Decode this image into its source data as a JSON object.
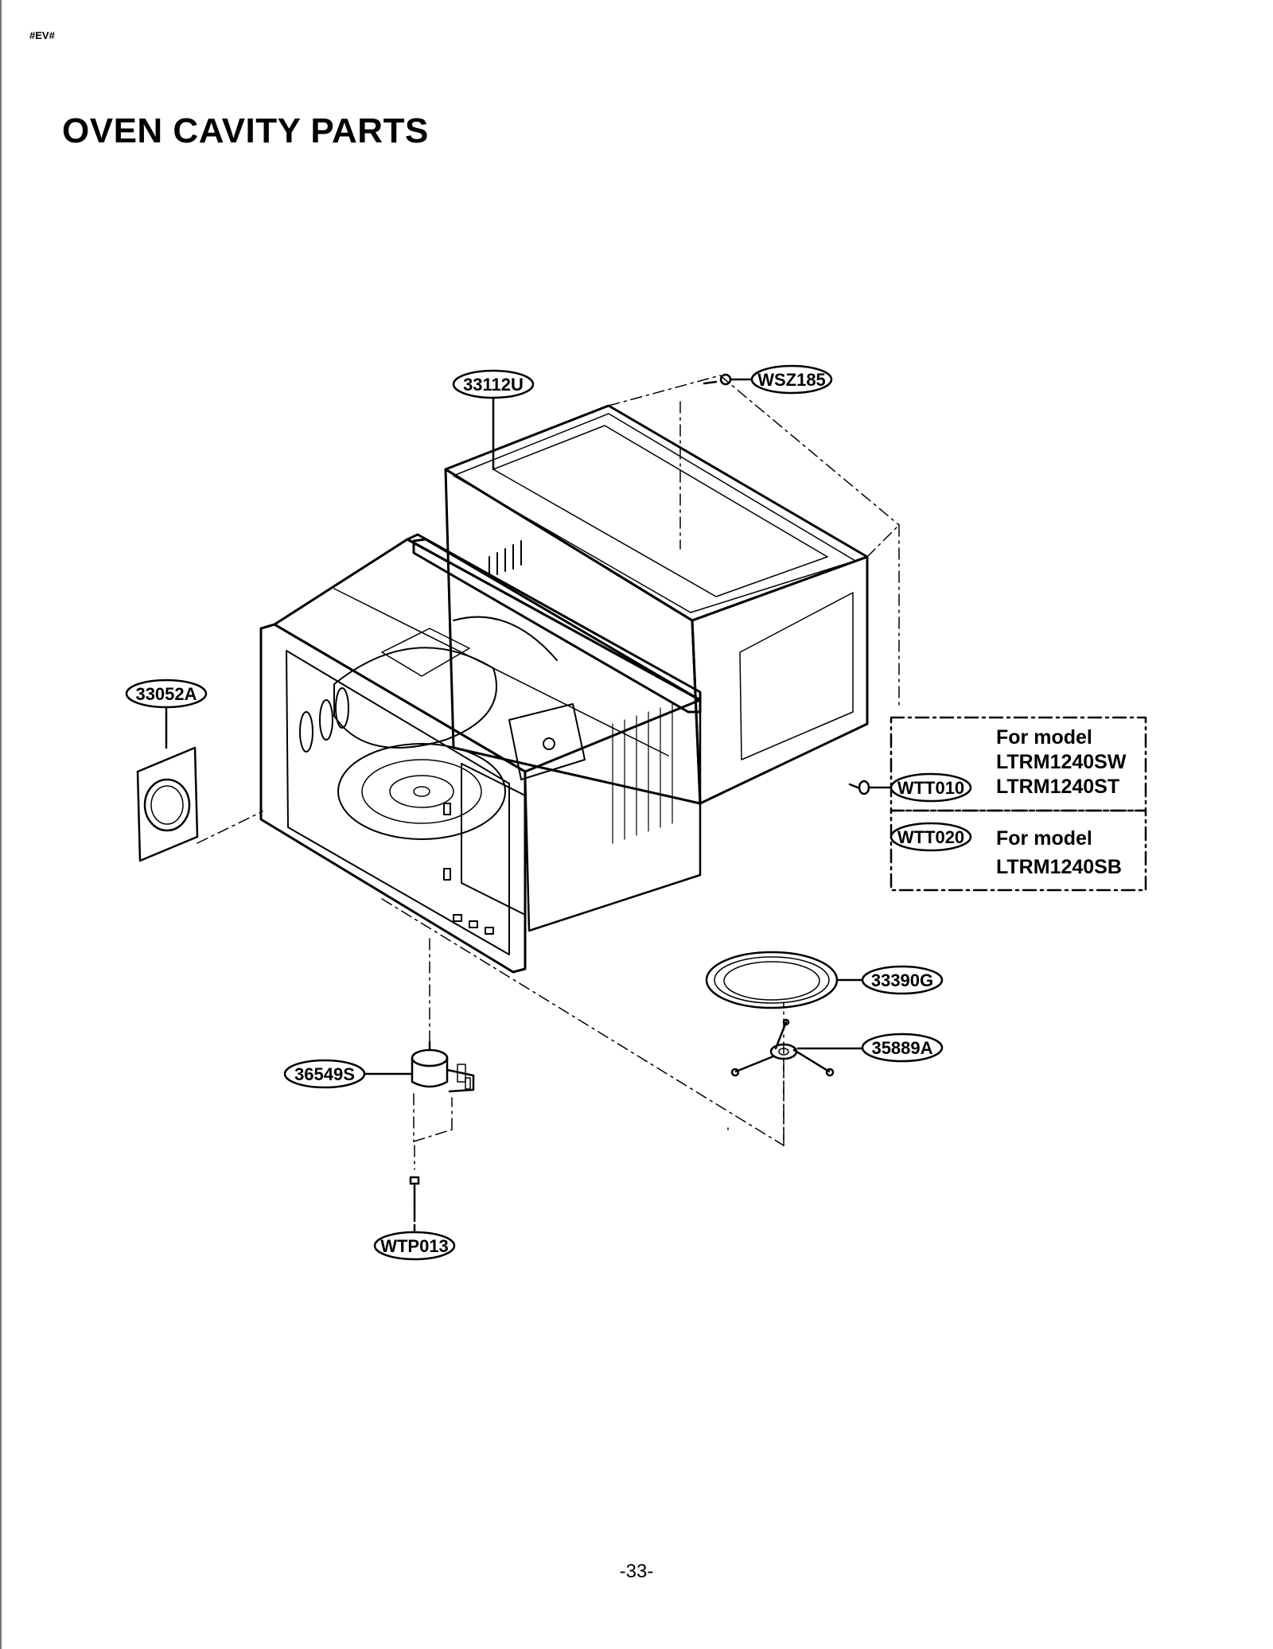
{
  "header_tag": "#EV#",
  "title": "OVEN CAVITY PARTS",
  "page_number": "-33-",
  "parts": {
    "outer_case": "33112U",
    "case_screw": "WSZ185",
    "cover": "33052A",
    "screw_wtt010": "WTT010",
    "screw_wtt020": "WTT020",
    "tray": "33390G",
    "roller_guide": "35889A",
    "motor": "36549S",
    "motor_screw": "WTP013"
  },
  "notes": {
    "first": {
      "line1": "For model",
      "line2": "LTRM1240SW",
      "line3": "LTRM1240ST"
    },
    "second": {
      "line1": "For model",
      "line2": "LTRM1240SB"
    }
  }
}
